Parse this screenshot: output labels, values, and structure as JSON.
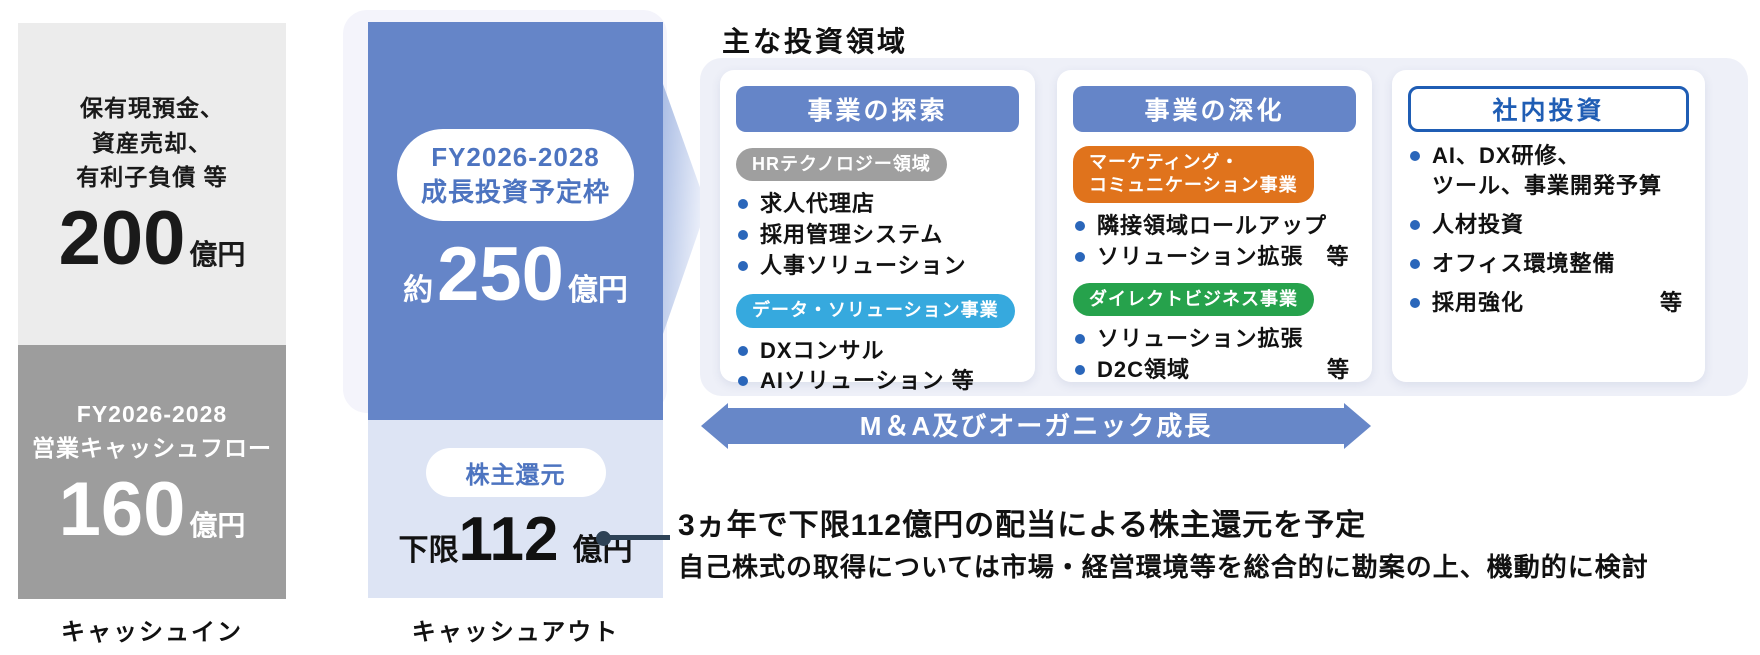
{
  "cash_in": {
    "block1": {
      "line1": "保有現預金、",
      "line2": "資産売却、",
      "line3": "有利子負債 等",
      "value": "200",
      "unit": "億円"
    },
    "block2": {
      "line1": "FY2026-2028",
      "line2": "営業キャッシュフロー",
      "value": "160",
      "unit": "億円"
    },
    "label": "キャッシュイン"
  },
  "cash_out": {
    "growth": {
      "pill_line1": "FY2026-2028",
      "pill_line2": "成長投資予定枠",
      "prefix": "約",
      "value": "250",
      "unit": "億円"
    },
    "shareholder": {
      "pill": "株主還元",
      "prefix": "下限",
      "value": "112",
      "unit": "億円"
    },
    "label": "キャッシュアウト"
  },
  "investment": {
    "title": "主な投資領域",
    "arrow_label": "M＆A及びオーガニック成長",
    "cards": [
      {
        "header": "事業の探索",
        "tag1": "HRテクノロジー領域",
        "items1": [
          "求人代理店",
          "採用管理システム",
          "人事ソリューション"
        ],
        "tag2": "データ・ソリューション事業",
        "items2": [
          "DXコンサル",
          "AIソリューション 等"
        ]
      },
      {
        "header": "事業の深化",
        "tag1_line1": "マーケティング・",
        "tag1_line2": "コミュニケーション事業",
        "items1": [
          "隣接領域ロールアップ",
          "ソリューション拡張　等"
        ],
        "tag2": "ダイレクトビジネス事業",
        "items2_0": "ソリューション拡張",
        "items2_last": {
          "text": "D2C領域",
          "suffix": "等"
        }
      },
      {
        "header": "社内投資",
        "item1_line1": "AI、DX研修、",
        "item1_line2": "ツール、事業開発予算",
        "item2": "人材投資",
        "item3": "オフィス環境整備",
        "item4": {
          "text": "採用強化",
          "suffix": "等"
        }
      }
    ]
  },
  "notes": {
    "line1": "3ヵ年で下限112億円の配当による株主還元を予定",
    "line2": "自己株式の取得については市場・経営環境等を総合的に勘案の上、機動的に検討"
  },
  "colors": {
    "accent_blue": "#6585c8",
    "pill_text_blue": "#4d74c0",
    "light_blue_block": "#dde4f4",
    "lavender_frame": "#f4f4fb",
    "cards_panel": "#eef0f8",
    "cash_in_light": "#ececec",
    "cash_in_dark": "#9d9d9d",
    "tag_gray": "#9f9f9f",
    "tag_cyan": "#36a9de",
    "tag_orange": "#e0731c",
    "tag_green": "#26a24c",
    "outline_blue": "#1f5db4",
    "bullet_blue": "#2a66ba",
    "connector_navy": "#2e4256"
  }
}
